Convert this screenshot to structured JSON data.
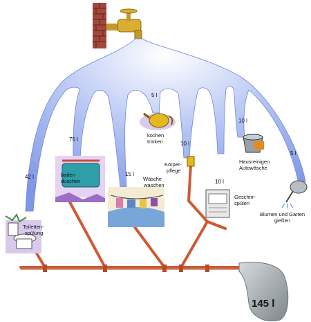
{
  "diagram": {
    "total": "145 l",
    "uses": [
      {
        "id": "toilet",
        "label_lines": [
          "Toiletten-",
          "spülung"
        ],
        "volume": "42 l"
      },
      {
        "id": "bath",
        "label_lines": [
          "baden",
          "duschen"
        ],
        "volume": "75 l"
      },
      {
        "id": "laundry",
        "label_lines": [
          "Wäsche",
          "waschen"
        ],
        "volume": "15 l"
      },
      {
        "id": "cooking",
        "label_lines": [
          "kochen",
          "trinken"
        ],
        "volume": "5 l"
      },
      {
        "id": "body",
        "label_lines": [
          "Körper-",
          "pflege"
        ],
        "volume": "10 l"
      },
      {
        "id": "dishes",
        "label_lines": [
          "Geschirr-",
          "spülen"
        ],
        "volume": "10 l"
      },
      {
        "id": "cleaning",
        "label_lines": [
          "Hausreinigen",
          "Autowäsche"
        ],
        "volume": "10 l"
      },
      {
        "id": "garden",
        "label_lines": [
          "Blumen und Garten",
          "gießen"
        ],
        "volume": "5 l"
      }
    ]
  },
  "colors": {
    "water": "#7f96e6",
    "water_light": "#c4d2f5",
    "pipe": "#cf5a32",
    "sewage": "#9aa3a8",
    "brick": "#a3473b"
  }
}
